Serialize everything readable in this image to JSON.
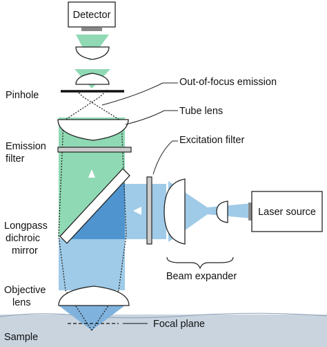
{
  "labels": {
    "detector": "Detector",
    "pinhole": "Pinhole",
    "out_of_focus": "Out-of-focus emission",
    "tube_lens": "Tube lens",
    "emission_filter": [
      "Emission",
      "filter"
    ],
    "excitation_filter": "Excitation filter",
    "laser_source": "Laser source",
    "longpass_mirror": [
      "Longpass",
      "dichroic",
      "mirror"
    ],
    "beam_expander": "Beam expander",
    "objective_lens": [
      "Objective",
      "lens"
    ],
    "focal_plane": "Focal plane",
    "sample": "Sample"
  },
  "colors": {
    "emission_green": "#8fd9b4",
    "excitation_blue": "#9fcbe8",
    "overlap_blue": "#4f94cf",
    "sample_gray": "#c9d4df",
    "filter_gray": "#cccccc",
    "outline": "#222222"
  }
}
